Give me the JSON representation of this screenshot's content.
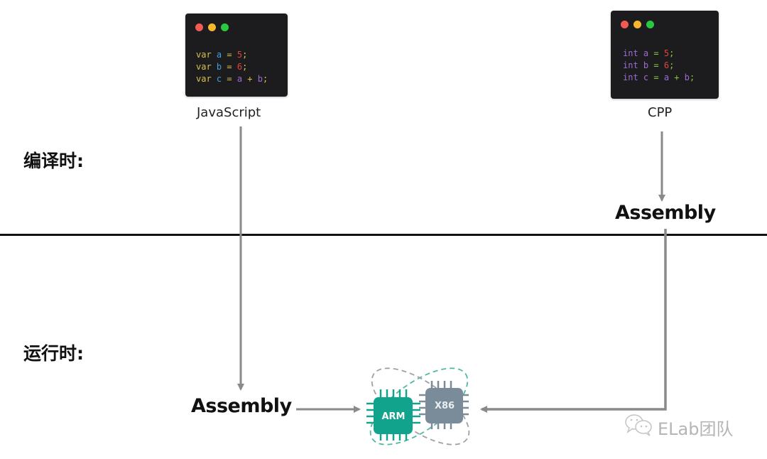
{
  "phases": {
    "compile_time": "编译时:",
    "run_time": "运行时:"
  },
  "js_window": {
    "lines": [
      [
        {
          "t": "var ",
          "c": "kw"
        },
        {
          "t": "a",
          "c": "id"
        },
        {
          "t": " = ",
          "c": "op"
        },
        {
          "t": "5",
          "c": "num"
        },
        {
          "t": ";",
          "c": "op"
        }
      ],
      [
        {
          "t": "var ",
          "c": "kw"
        },
        {
          "t": "b",
          "c": "id"
        },
        {
          "t": " = ",
          "c": "op"
        },
        {
          "t": "6",
          "c": "num"
        },
        {
          "t": ";",
          "c": "op"
        }
      ],
      [
        {
          "t": "var ",
          "c": "kw"
        },
        {
          "t": "c",
          "c": "id"
        },
        {
          "t": " = ",
          "c": "op"
        },
        {
          "t": "a",
          "c": "ref"
        },
        {
          "t": " + ",
          "c": "op"
        },
        {
          "t": "b",
          "c": "ref"
        },
        {
          "t": ";",
          "c": "op"
        }
      ]
    ],
    "label": "JavaScript"
  },
  "cpp_window": {
    "lines": [
      [
        {
          "t": "int ",
          "c": "kw"
        },
        {
          "t": "a",
          "c": "ref"
        },
        {
          "t": " = ",
          "c": "op"
        },
        {
          "t": "5",
          "c": "num"
        },
        {
          "t": ";",
          "c": "op"
        }
      ],
      [
        {
          "t": "int ",
          "c": "kw"
        },
        {
          "t": "b",
          "c": "ref"
        },
        {
          "t": " = ",
          "c": "op"
        },
        {
          "t": "6",
          "c": "num"
        },
        {
          "t": ";",
          "c": "op"
        }
      ],
      [
        {
          "t": "int ",
          "c": "kw"
        },
        {
          "t": "c",
          "c": "ref"
        },
        {
          "t": " = ",
          "c": "op"
        },
        {
          "t": "a",
          "c": "ref"
        },
        {
          "t": " + ",
          "c": "op"
        },
        {
          "t": "b",
          "c": "ref"
        },
        {
          "t": ";",
          "c": "op"
        }
      ]
    ],
    "label": "CPP"
  },
  "assembly_cpp": "Assembly",
  "assembly_js": "Assembly",
  "chips": {
    "arm": "ARM",
    "x86": "X86"
  },
  "watermark": "ELab团队",
  "colors": {
    "window_bg": "#1c1c1e",
    "dot_red": "#f25a52",
    "dot_yellow": "#f6b92b",
    "dot_green": "#2ac840",
    "js_kw": "#d9c24a",
    "js_id": "#3fa3d9",
    "js_op": "#d9c24a",
    "num": "#e0443a",
    "ref": "#a06ad0",
    "cpp_kw": "#9b6dd0",
    "cpp_op": "#8fc43f",
    "arrow": "#8a8a8a",
    "divider": "#111111",
    "arm_chip": "#11a38c",
    "x86_chip": "#7a8c99"
  }
}
